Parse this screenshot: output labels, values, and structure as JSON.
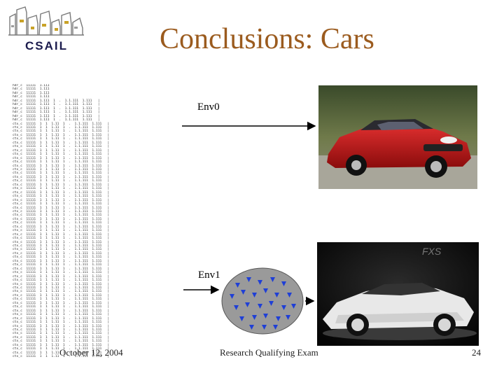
{
  "slide": {
    "logo_text": "CSAIL",
    "title": "Conclusions: Cars",
    "env_labels": [
      "Env0",
      "Env1"
    ],
    "footer": {
      "date": "October 12, 2004",
      "event": "Research Qualifying Exam",
      "page": "24"
    },
    "log_lines": [
      "hdr_c  11111  1.111",
      "hdr_c  11111  1.111",
      "hdr_c  11111  1.111",
      "hdr_c  11111  1.111",
      "hdr_c  11111  1.111  1  .  1.1.111  1.111   |",
      "hdr_c  11111  1.111  1  .  1.1.111  1.111   |",
      "hdr_c  11111  1.111  1  .  1.1.111  1.111   |",
      "hdr_c  11111  1.111  1  .  1.1.111  1.111   |",
      "hdr_c  11111  1.111  1  .  1.1.111  1.111   |",
      "hdr_c  11111  1.111  1  .  1.1.111  1.111   |",
      "ctx_c  11111  1  1  1.11  1  .  1.1.111  1.111   |",
      "ctx_c  11111  1  1  1.11  1  .  1.1.111  1.111   |",
      "ctx_c  11111  1  1  1.11  1  .  1.1.111  1.111   |",
      "ctx_c  11111  1  1  1.11  1  .  1.1.111  1.111   |",
      "ctx_c  11111  1  1  1.11  1  .  1.1.111  1.111   |",
      "ctx_c  11111  1  1  1.11  1  .  1.1.111  1.111   |",
      "ctx_c  11111  1  1  1.11  1  .  1.1.111  1.111   |",
      "ctx_c  11111  1  1  1.11  1  .  1.1.111  1.111   |",
      "ctx_c  11111  1  1  1.11  1  .  1.1.111  1.111   |",
      "ctx_c  11111  1  1  1.11  1  .  1.1.111  1.111   |",
      "ctx_c  11111  1  1  1.11  1  .  1.1.111  1.111   |",
      "ctx_c  11111  1  1  1.11  1  .  1.1.111  1.111   |",
      "ctx_c  11111  1  1  1.11  1  .  1.1.111  1.111   |",
      "ctx_c  11111  1  1  1.11  1  .  1.1.111  1.111   |",
      "ctx_c  11111  1  1  1.11  1  .  1.1.111  1.111   |",
      "ctx_c  11111  1  1  1.11  1  .  1.1.111  1.111   |",
      "ctx_c  11111  1  1  1.11  1  .  1.1.111  1.111   |",
      "ctx_c  11111  1  1  1.11  1  .  1.1.111  1.111   |",
      "ctx_c  11111  1  1  1.11  1  .  1.1.111  1.111   |",
      "ctx_c  11111  1  1  1.11  1  .  1.1.111  1.111   |",
      "ctx_c  11111  1  1  1.11  1  .  1.1.111  1.111   |",
      "ctx_c  11111  1  1  1.11  1  .  1.1.111  1.111   |",
      "ctx_c  11111  1  1  1.11  1  .  1.1.111  1.111   |",
      "ctx_c  11111  1  1  1.11  1  .  1.1.111  1.111   |",
      "ctx_c  11111  1  1  1.11  1  .  1.1.111  1.111   |",
      "ctx_c  11111  1  1  1.11  1  .  1.1.111  1.111   |",
      "ctx_c  11111  1  1  1.11  1  .  1.1.111  1.111   |",
      "ctx_c  11111  1  1  1.11  1  .  1.1.111  1.111   |",
      "ctx_c  11111  1  1  1.11  1  .  1.1.111  1.111   |",
      "ctx_c  11111  1  1  1.11  1  .  1.1.111  1.111   |",
      "ctx_c  11111  1  1  1.11  1  .  1.1.111  1.111   |",
      "ctx_c  11111  1  1  1.11  1  .  1.1.111  1.111   |",
      "ctx_c  11111  1  1  1.11  1  .  1.1.111  1.111   |",
      "ctx_c  11111  1  1  1.11  1  .  1.1.111  1.111   |",
      "ctx_c  11111  1  1  1.11  1  .  1.1.111  1.111   |",
      "ctx_c  11111  1  1  1.11  1  .  1.1.111  1.111   |",
      "ctx_c  11111  1  1  1.11  1  .  1.1.111  1.111   |",
      "ctx_c  11111  1  1  1.11  1  .  1.1.111  1.111   |",
      "ctx_c  11111  1  1  1.11  1  .  1.1.111  1.111   |",
      "ctx_c  11111  1  1  1.11  1  .  1.1.111  1.111   |",
      "ctx_c  11111  1  1  1.11  1  .  1.1.111  1.111   |",
      "ctx_c  11111  1  1  1.11  1  .  1.1.111  1.111   |",
      "ctx_c  11111  1  1  1.11  1  .  1.1.111  1.111   |",
      "ctx_c  11111  1  1  1.11  1  .  1.1.111  1.111   |",
      "ctx_c  11111  1  1  1.11  1  .  1.1.111  1.111   |",
      "ctx_c  11111  1  1  1.11  1  .  1.1.111  1.111   |",
      "ctx_c  11111  1  1  1.11  1  .  1.1.111  1.111   |",
      "ctx_c  11111  1  1  1.11  1  .  1.1.111  1.111   |",
      "ctx_c  11111  1  1  1.11  1  .  1.1.111  1.111   |",
      "ctx_c  11111  1  1  1.11  1  .  1.1.111  1.111   |",
      "ctx_c  11111  1  1  1.11  1  .  1.1.111  1.111   |",
      "ctx_c  11111  1  1  1.11  1  .  1.1.111  1.111   |",
      "ctx_c  11111  1  1  1.11  1  .  1.1.111  1.111   |",
      "ctx_c  11111  1  1  1.11  1  .  1.1.111  1.111   |",
      "ctx_c  11111  1  1  1.11  1  .  1.1.111  1.111   |",
      "ctx_c  11111  1  1  1.11  1  .  1.1.111  1.111   |",
      "ctx_c  11111  1  1  1.11  1  .  1.1.111  1.111   |",
      "ctx_c  11111  1  1  1.11  1  .  1.1.111  1.111   |",
      "ctx_c  11111  1  1  1.11  1  .  1.1.111  1.111   |",
      "ctx_c  11111  1  1  1.11  1  .  1.1.111  1.111   |",
      "ctx_c  11111  1  1  1.11  1  .  1.1.111  1.111   |",
      "ctx_c  11111  1  1  1.11  1  .  1.1.111  1.111   |"
    ]
  },
  "colors": {
    "title": "#9b5b1e",
    "oval_fill": "#9a9a9a",
    "marker_blue": "#1f3fd6",
    "car0_body": "#c01818",
    "car1_body": "#e8e8e8"
  },
  "icons": {
    "logo": "csail-building-icon",
    "markers": "triangle-down-icon",
    "arrow": "arrow-right-icon"
  }
}
